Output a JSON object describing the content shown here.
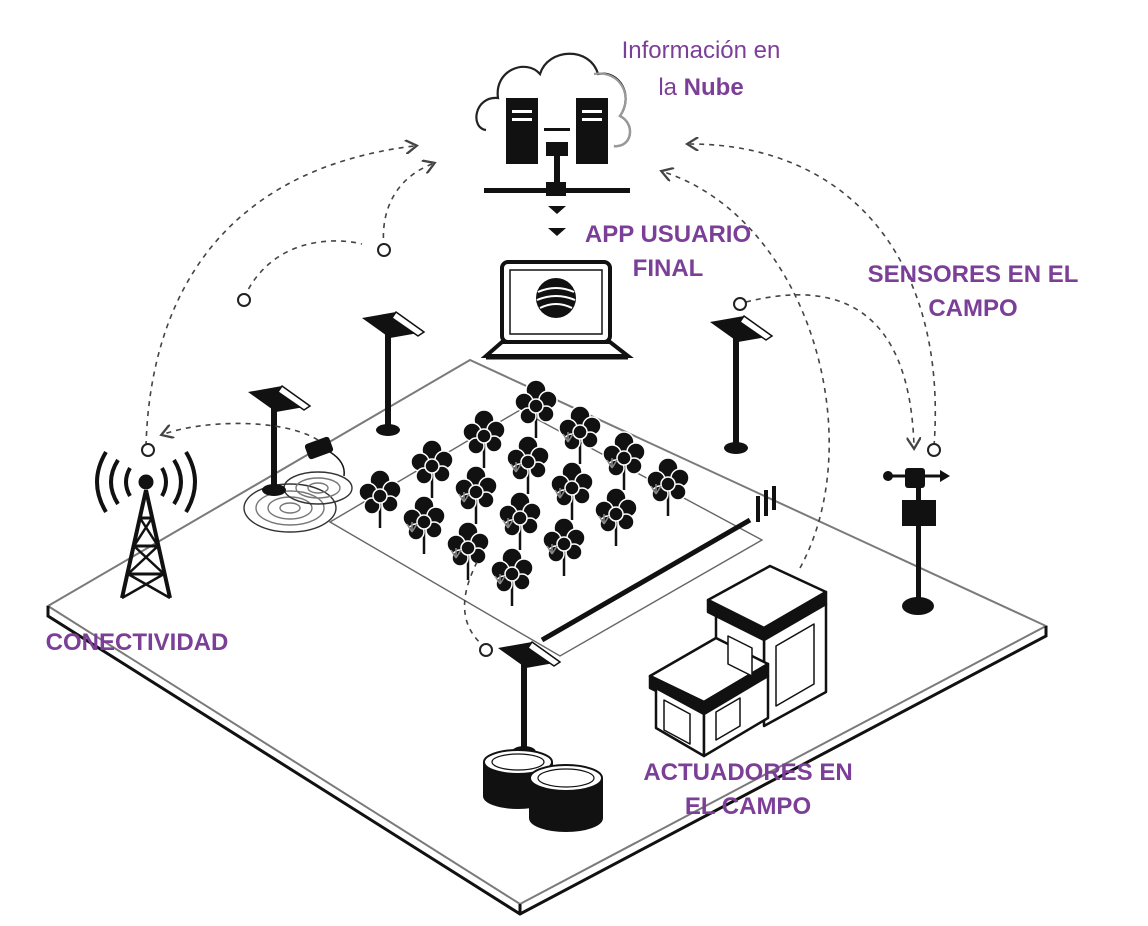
{
  "labels": {
    "cloud_line1": "Información en",
    "cloud_line2_prefix": "la ",
    "cloud_line2_bold": "Nube",
    "app_line1": "APP USUARIO",
    "app_line2": "FINAL",
    "sensors_line1": "SENSORES EN EL",
    "sensors_line2": "CAMPO",
    "connectivity": "CONECTIVIDAD",
    "actuators_line1": "ACTUADORES EN",
    "actuators_line2": "EL CAMPO"
  },
  "colors": {
    "label_purple": "#7c3f98",
    "ink": "#111111",
    "paper": "#ffffff",
    "cloud_grey": "#9a9a9a",
    "ground_edge": "#6f6f6f"
  },
  "icons": {
    "cloud": "cloud-server-icon",
    "laptop": "laptop-icon",
    "tower": "antenna-tower-icon",
    "sensor": "sensor-pole-icon",
    "weather": "weather-station-icon",
    "building": "building-icon",
    "tanks": "water-tank-icon",
    "crops": "crop-plant-icon"
  }
}
